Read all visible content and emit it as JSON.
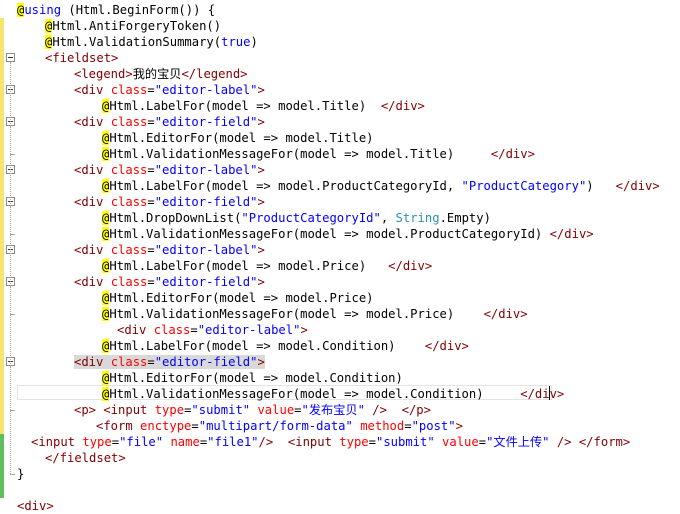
{
  "editor": {
    "lines": [
      {
        "indent": 17,
        "tokens": [
          [
            "at",
            "@"
          ],
          [
            "kw",
            "using"
          ],
          [
            "plain",
            " (Html.BeginForm()) {"
          ]
        ]
      },
      {
        "indent": 45,
        "tokens": [
          [
            "at",
            "@"
          ],
          [
            "plain",
            "Html.AntiForgeryToken()"
          ]
        ]
      },
      {
        "indent": 45,
        "tokens": [
          [
            "at",
            "@"
          ],
          [
            "plain",
            "Html.ValidationSummary("
          ],
          [
            "kw",
            "true"
          ],
          [
            "plain",
            ")"
          ]
        ]
      },
      {
        "indent": 45,
        "tokens": [
          [
            "tag",
            "<fieldset>"
          ]
        ]
      },
      {
        "indent": 74,
        "tokens": [
          [
            "tag",
            "<legend>"
          ],
          [
            "plain",
            "我的宝贝"
          ],
          [
            "tag",
            "</legend>"
          ]
        ]
      },
      {
        "indent": 74,
        "tokens": [
          [
            "tag",
            "<div "
          ],
          [
            "attr",
            "class"
          ],
          [
            "plain",
            "="
          ],
          [
            "str",
            "\"editor-label\""
          ],
          [
            "tag",
            ">"
          ]
        ]
      },
      {
        "indent": 102,
        "tokens": [
          [
            "at",
            "@"
          ],
          [
            "plain",
            "Html.LabelFor(model => model.Title)  "
          ],
          [
            "tag",
            "</div>"
          ]
        ]
      },
      {
        "indent": 74,
        "tokens": [
          [
            "tag",
            "<div "
          ],
          [
            "attr",
            "class"
          ],
          [
            "plain",
            "="
          ],
          [
            "str",
            "\"editor-field\""
          ],
          [
            "tag",
            ">"
          ]
        ]
      },
      {
        "indent": 102,
        "tokens": [
          [
            "at",
            "@"
          ],
          [
            "plain",
            "Html.EditorFor(model => model.Title)"
          ]
        ]
      },
      {
        "indent": 102,
        "tokens": [
          [
            "at",
            "@"
          ],
          [
            "plain",
            "Html.ValidationMessageFor(model => model.Title)     "
          ],
          [
            "tag",
            "</div>"
          ]
        ]
      },
      {
        "indent": 74,
        "tokens": [
          [
            "tag",
            "<div "
          ],
          [
            "attr",
            "class"
          ],
          [
            "plain",
            "="
          ],
          [
            "str",
            "\"editor-label\""
          ],
          [
            "tag",
            ">"
          ]
        ]
      },
      {
        "indent": 102,
        "tokens": [
          [
            "at",
            "@"
          ],
          [
            "plain",
            "Html.LabelFor(model => model.ProductCategoryId, "
          ],
          [
            "str",
            "\"ProductCategory\""
          ],
          [
            "plain",
            ")   "
          ],
          [
            "tag",
            "</div>"
          ]
        ]
      },
      {
        "indent": 74,
        "tokens": [
          [
            "tag",
            "<div "
          ],
          [
            "attr",
            "class"
          ],
          [
            "plain",
            "="
          ],
          [
            "str",
            "\"editor-field\""
          ],
          [
            "tag",
            ">"
          ]
        ]
      },
      {
        "indent": 102,
        "tokens": [
          [
            "at",
            "@"
          ],
          [
            "plain",
            "Html.DropDownList("
          ],
          [
            "str",
            "\"ProductCategoryId\""
          ],
          [
            "plain",
            ", "
          ],
          [
            "typ",
            "String"
          ],
          [
            "plain",
            ".Empty)"
          ]
        ]
      },
      {
        "indent": 102,
        "tokens": [
          [
            "at",
            "@"
          ],
          [
            "plain",
            "Html.ValidationMessageFor(model => model.ProductCategoryId) "
          ],
          [
            "tag",
            "</div>"
          ]
        ]
      },
      {
        "indent": 74,
        "tokens": [
          [
            "tag",
            "<div "
          ],
          [
            "attr",
            "class"
          ],
          [
            "plain",
            "="
          ],
          [
            "str",
            "\"editor-label\""
          ],
          [
            "tag",
            ">"
          ]
        ]
      },
      {
        "indent": 102,
        "tokens": [
          [
            "at",
            "@"
          ],
          [
            "plain",
            "Html.LabelFor(model => model.Price)   "
          ],
          [
            "tag",
            "</div>"
          ]
        ]
      },
      {
        "indent": 74,
        "tokens": [
          [
            "tag",
            "<div "
          ],
          [
            "attr",
            "class"
          ],
          [
            "plain",
            "="
          ],
          [
            "str",
            "\"editor-field\""
          ],
          [
            "tag",
            ">"
          ]
        ]
      },
      {
        "indent": 102,
        "tokens": [
          [
            "at",
            "@"
          ],
          [
            "plain",
            "Html.EditorFor(model => model.Price)"
          ]
        ]
      },
      {
        "indent": 102,
        "tokens": [
          [
            "at",
            "@"
          ],
          [
            "plain",
            "Html.ValidationMessageFor(model => model.Price)    "
          ],
          [
            "tag",
            "</div>"
          ]
        ]
      },
      {
        "indent": 117,
        "tokens": [
          [
            "tag",
            "<div "
          ],
          [
            "attr",
            "class"
          ],
          [
            "plain",
            "="
          ],
          [
            "str",
            "\"editor-label\""
          ],
          [
            "tag",
            ">"
          ]
        ]
      },
      {
        "indent": 102,
        "tokens": [
          [
            "at",
            "@"
          ],
          [
            "plain",
            "Html.LabelFor(model => model.Condition)    "
          ],
          [
            "tag",
            "</div>"
          ]
        ]
      },
      {
        "indent": 74,
        "tokens": [
          [
            "tag",
            "<div "
          ],
          [
            "attr",
            "class"
          ],
          [
            "plain",
            "="
          ],
          [
            "str",
            "\"editor-field\""
          ],
          [
            "tag",
            ">"
          ]
        ]
      },
      {
        "indent": 102,
        "tokens": [
          [
            "at",
            "@"
          ],
          [
            "plain",
            "Html.EditorFor(model => model.Condition)"
          ]
        ]
      },
      {
        "indent": 102,
        "tokens": [
          [
            "at",
            "@"
          ],
          [
            "plain",
            "Html.ValidationMessageFor(model => model.Condition)     "
          ],
          [
            "tag",
            "</div>"
          ]
        ]
      },
      {
        "indent": 74,
        "tokens": [
          [
            "tag",
            "<p> <input "
          ],
          [
            "attr",
            "type"
          ],
          [
            "plain",
            "="
          ],
          [
            "str",
            "\"submit\""
          ],
          [
            "plain",
            " "
          ],
          [
            "attr",
            "value"
          ],
          [
            "plain",
            "="
          ],
          [
            "str",
            "\"发布宝贝\""
          ],
          [
            "tag",
            " />  </p>"
          ]
        ]
      },
      {
        "indent": 96,
        "tokens": [
          [
            "tag",
            "<form "
          ],
          [
            "attr",
            "enctype"
          ],
          [
            "plain",
            "="
          ],
          [
            "str",
            "\"multipart/form-data\""
          ],
          [
            "plain",
            " "
          ],
          [
            "attr",
            "method"
          ],
          [
            "plain",
            "="
          ],
          [
            "str",
            "\"post\""
          ],
          [
            "tag",
            ">"
          ]
        ]
      },
      {
        "indent": 31,
        "tokens": [
          [
            "tag",
            "<input "
          ],
          [
            "attr",
            "type"
          ],
          [
            "plain",
            "="
          ],
          [
            "str",
            "\"file\""
          ],
          [
            "plain",
            " "
          ],
          [
            "attr",
            "name"
          ],
          [
            "plain",
            "="
          ],
          [
            "str",
            "\"file1\""
          ],
          [
            "tag",
            "/>"
          ],
          [
            "plain",
            "  "
          ],
          [
            "tag",
            "<input "
          ],
          [
            "attr",
            "type"
          ],
          [
            "plain",
            "="
          ],
          [
            "str",
            "\"submit\""
          ],
          [
            "plain",
            " "
          ],
          [
            "attr",
            "value"
          ],
          [
            "plain",
            "="
          ],
          [
            "str",
            "\"文件上传\""
          ],
          [
            "tag",
            " /> </form>"
          ]
        ]
      },
      {
        "indent": 45,
        "tokens": [
          [
            "tag",
            "</fieldset>"
          ]
        ]
      },
      {
        "indent": 17,
        "tokens": [
          [
            "plain",
            "}"
          ]
        ]
      },
      {
        "indent": 17,
        "tokens": []
      },
      {
        "indent": 17,
        "tokens": [
          [
            "tag",
            "<div>"
          ]
        ]
      }
    ]
  },
  "colors": {
    "keyword": "#0000ff",
    "tag": "#800000",
    "attribute": "#ff0000",
    "string": "#0000ff",
    "type": "#2b91af",
    "razor_highlight": "#ffff00",
    "change_bar_unsaved": "#f3e56e",
    "change_bar_saved": "#5fbf5f"
  }
}
